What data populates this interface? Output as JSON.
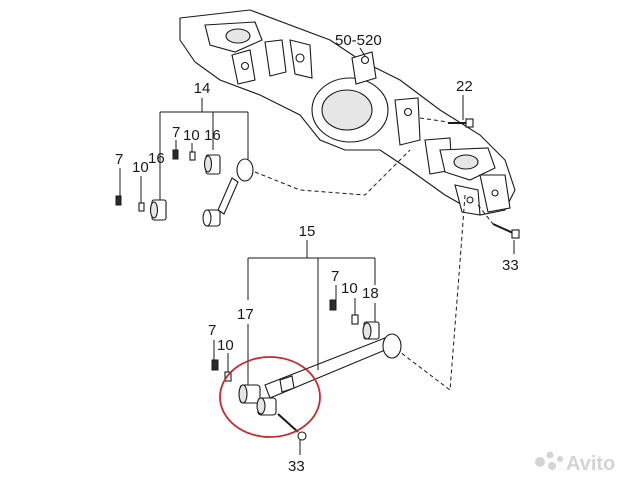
{
  "diagram": {
    "labels": {
      "group_upper": "14",
      "group_lower": "15",
      "ref_5": "50-520",
      "bolt_top": "22",
      "bolt_right": "33",
      "bolt_bottom": "33",
      "u_nut_left": "7",
      "u_washer_left": "10",
      "u_bush_left": "16",
      "u_nut_right": "7",
      "u_washer_right": "10",
      "u_bush_right": "16",
      "l_nut_left": "7",
      "l_washer_left": "10",
      "l_bush_left": "17",
      "l_nut_right": "7",
      "l_washer_right": "10",
      "l_bush_right": "18"
    },
    "highlight_color": "#c8282e",
    "watermark": {
      "text": "Avito",
      "icon": "avito-dots-icon"
    }
  }
}
